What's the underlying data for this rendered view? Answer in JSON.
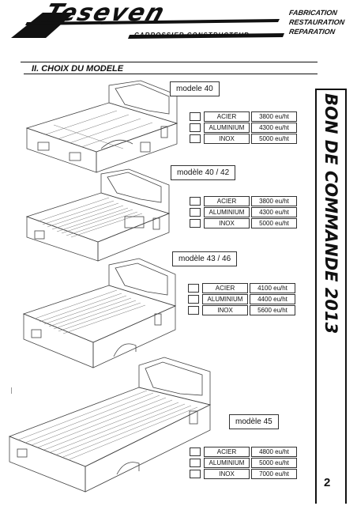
{
  "header": {
    "logo_text": "Teseven",
    "logo_subtitle": "CARROSSIER CONSTRUCTEUR",
    "services": [
      "FABRICATION",
      "RESTAURATION",
      "REPARATION"
    ]
  },
  "section_title": "II. CHOIX DU MODELE",
  "order_title": "BON DE COMMANDE 2013",
  "page_number": "2",
  "models": [
    {
      "label": "modele 40",
      "options": [
        {
          "material": "ACIER",
          "price": "3800 eu/ht"
        },
        {
          "material": "ALUMINIUM",
          "price": "4300 eu/ht"
        },
        {
          "material": "INOX",
          "price": "5000 eu/ht"
        }
      ]
    },
    {
      "label": "modèle 40 / 42",
      "options": [
        {
          "material": "ACIER",
          "price": "3800 eu/ht"
        },
        {
          "material": "ALUMINIUM",
          "price": "4300 eu/ht"
        },
        {
          "material": "INOX",
          "price": "5000 eu/ht"
        }
      ]
    },
    {
      "label": "modèle 43 / 46",
      "options": [
        {
          "material": "ACIER",
          "price": "4100 eu/ht"
        },
        {
          "material": "ALUMINIUM",
          "price": "4400 eu/ht"
        },
        {
          "material": "INOX",
          "price": "5600 eu/ht"
        }
      ]
    },
    {
      "label": "modèle 45",
      "options": [
        {
          "material": "ACIER",
          "price": "4800 eu/ht"
        },
        {
          "material": "ALUMINIUM",
          "price": "5000 eu/ht"
        },
        {
          "material": "INOX",
          "price": "7000 eu/ht"
        }
      ]
    }
  ]
}
